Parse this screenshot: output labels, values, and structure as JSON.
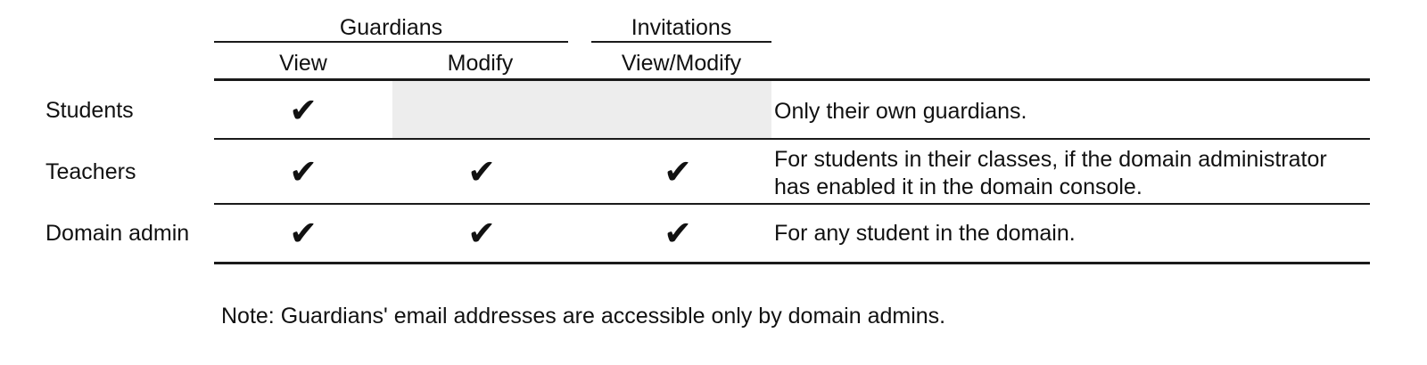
{
  "table": {
    "group_headers": [
      {
        "label": "Guardians",
        "spans": [
          "view",
          "modify"
        ]
      },
      {
        "label": "Invitations",
        "spans": [
          "view_modify"
        ]
      }
    ],
    "column_headers": [
      {
        "key": "role",
        "label": ""
      },
      {
        "key": "view",
        "label": "View"
      },
      {
        "key": "modify",
        "label": "Modify"
      },
      {
        "key": "view_modify",
        "label": "View/Modify"
      },
      {
        "key": "details",
        "label": ""
      }
    ],
    "check_glyph": "✔",
    "rows": [
      {
        "role": "Students",
        "view": "check",
        "modify": "shaded",
        "view_modify": "shaded",
        "details": "Only their own guardians."
      },
      {
        "role": "Teachers",
        "view": "check",
        "modify": "check",
        "view_modify": "check",
        "details": "For students in their classes, if the domain administrator\nhas enabled it in the domain console."
      },
      {
        "role": "Domain admin",
        "view": "check",
        "modify": "check",
        "view_modify": "check",
        "details": "For any student in the domain."
      }
    ]
  },
  "footnote": {
    "text": "Note: Guardians' email addresses are accessible only by domain admins."
  },
  "colors": {
    "rule": "#1a1a1a",
    "shade": "#ededed",
    "text": "#111111",
    "background": "#ffffff"
  }
}
